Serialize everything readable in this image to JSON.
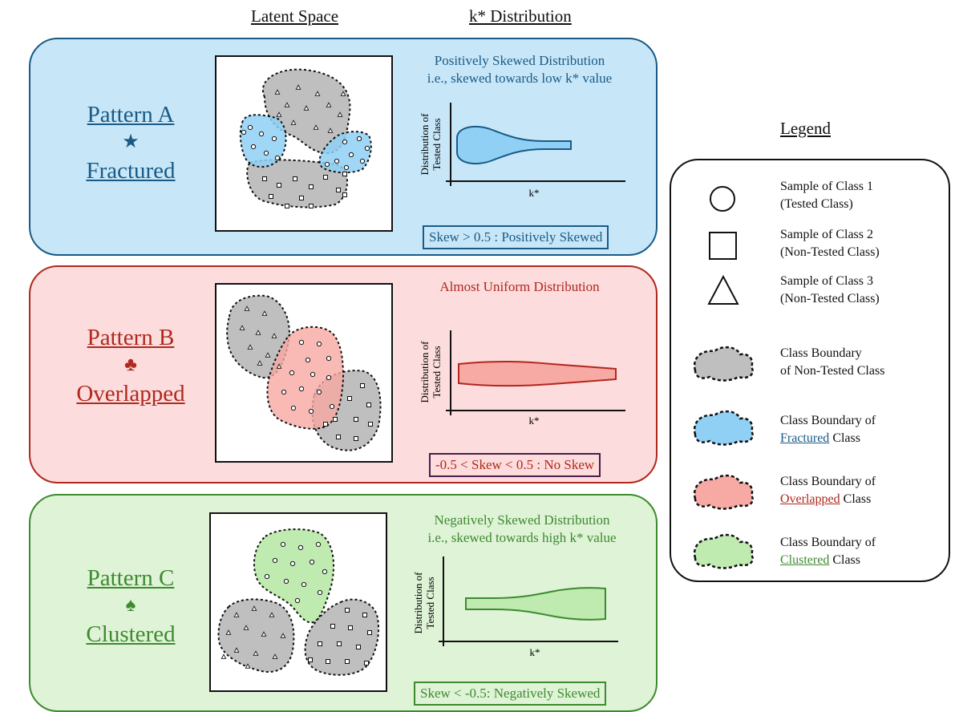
{
  "headers": {
    "latent_space": "Latent Space",
    "k_distribution": "k* Distribution"
  },
  "axis": {
    "ylabel_line1": "Distribution of",
    "ylabel_line2": "Tested Class",
    "xlabel": "k*"
  },
  "patterns": [
    {
      "name": "Pattern A",
      "symbol": "★",
      "label": "Fractured",
      "title_line1": "Positively Skewed Distribution",
      "title_line2": "i.e., skewed towards low k* value",
      "skew_text": "Skew > 0.5 : Positively Skewed",
      "color": "#1a5a85",
      "fill": "#8fd0f4"
    },
    {
      "name": "Pattern B",
      "symbol": "♣",
      "label": "Overlapped",
      "title_line1": "Almost Uniform Distribution",
      "title_line2": "",
      "skew_text": "-0.5 < Skew < 0.5 : No Skew",
      "color": "#b0281e",
      "fill": "#f7a9a3"
    },
    {
      "name": "Pattern C",
      "symbol": "♠",
      "label": "Clustered",
      "title_line1": "Negatively Skewed Distribution",
      "title_line2": "i.e., skewed towards high k* value",
      "skew_text": "Skew < -0.5: Negatively Skewed",
      "color": "#3d8a30",
      "fill": "#bfeab0"
    }
  ],
  "legend": {
    "title": "Legend",
    "items": [
      {
        "icon": "circle-icon",
        "line1": "Sample of Class 1",
        "line2": "(Tested Class)"
      },
      {
        "icon": "square-icon",
        "line1": "Sample of Class 2",
        "line2": "(Non-Tested Class)"
      },
      {
        "icon": "triangle-icon",
        "line1": "Sample of Class 3",
        "line2": "(Non-Tested Class)"
      },
      {
        "icon": "gray-blob-icon",
        "line1": "Class Boundary",
        "line2": "of Non-Tested Class"
      },
      {
        "icon": "blue-blob-icon",
        "line1": "Class Boundary of",
        "line2_u": "Fractured",
        "line2_rest": " Class"
      },
      {
        "icon": "red-blob-icon",
        "line1": "Class Boundary of",
        "line2_u": "Overlapped",
        "line2_rest": " Class"
      },
      {
        "icon": "green-blob-icon",
        "line1": "Class Boundary of",
        "line2_u": "Clustered",
        "line2_rest": " Class"
      }
    ]
  }
}
